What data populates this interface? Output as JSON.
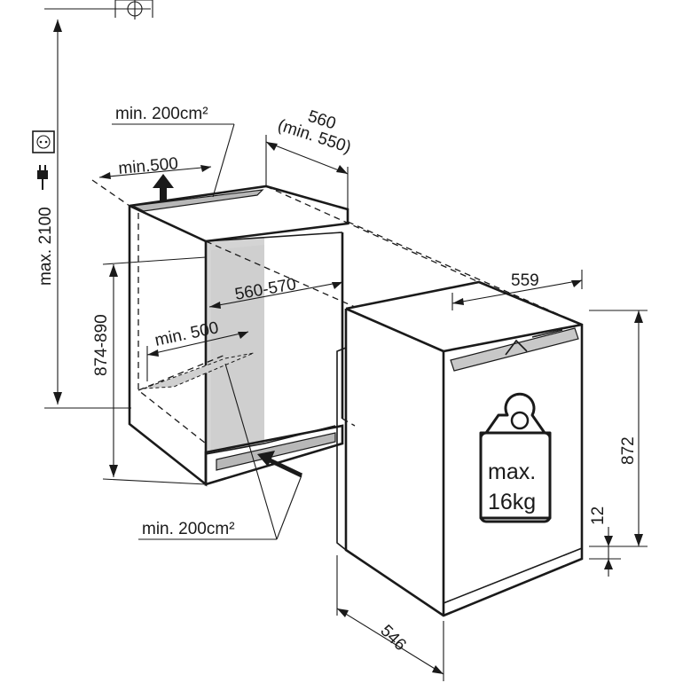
{
  "dimensions": {
    "max_height": "max. 2100",
    "niche_depth": "560",
    "niche_depth_min": "(min. 550)",
    "vent_top_area": "min. 200cm²",
    "top_clearance": "min.500",
    "niche_height": "874-890",
    "niche_width": "560-570",
    "niche_floor_depth": "min. 500",
    "vent_bottom_area": "min. 200cm²",
    "appliance_width": "559",
    "appliance_height": "872",
    "plinth_gap": "12",
    "appliance_depth": "546"
  },
  "weight_badge": {
    "line1": "max.",
    "line2": "16kg"
  },
  "icons": [
    "socket-icon",
    "plug-icon",
    "crosshair-icon",
    "weight-icon",
    "arrow-up-icon",
    "arrow-diagonal-icon"
  ],
  "colors": {
    "line": "#1a1a1a",
    "niche_interior": "#d4d4d4",
    "vent_grille": "#b8b8b8",
    "background": "#ffffff"
  }
}
